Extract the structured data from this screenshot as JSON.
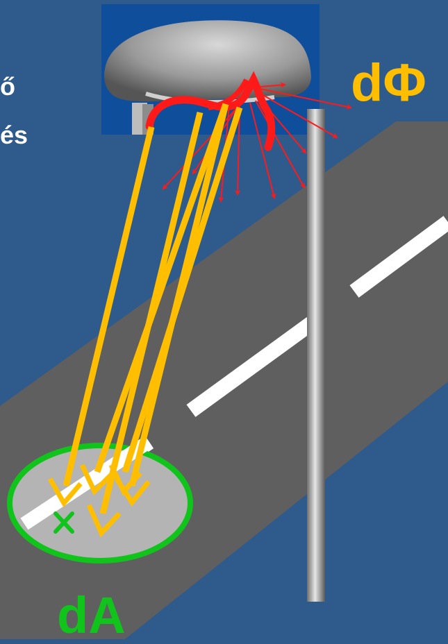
{
  "labels": {
    "flux": "dΦ",
    "area": "dA",
    "side_text_line1": "ő",
    "side_text_line2": "és"
  },
  "colors": {
    "background": "#2f5a8c",
    "road": "#5f5f5f",
    "lane_marking": "#ffffff",
    "flux_label": "#ffbf00",
    "light_rays": "#ffbf00",
    "emission_arrows": "#ff1a1a",
    "area_ellipse_stroke": "#11c41b",
    "area_ellipse_fill": "#b4b4b4",
    "pole": "#a9a9a9",
    "lamp_panel": "#0f4e9b"
  },
  "icons": {
    "point_marker": "x-mark-icon",
    "lamp": "street-lamp-icon"
  }
}
